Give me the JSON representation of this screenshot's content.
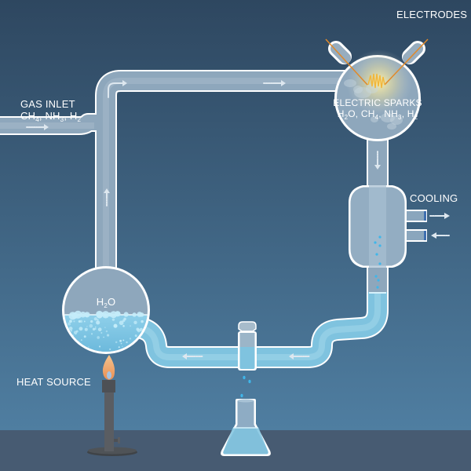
{
  "diagram": {
    "title": "Miller-Urey experiment apparatus",
    "colors": {
      "background_top": "#2e4760",
      "background_bottom": "#4f7ea1",
      "floor": "#475b72",
      "tube_glass": "#8ea7bc",
      "tube_outline": "#ffffff",
      "water": "#7fc3df",
      "water_dark": "#5aa9cf",
      "droplet": "#3fb6ea",
      "electrode_wire": "#e0892a",
      "spark": "#f2b63a",
      "flame_outer": "#f0a868",
      "flame_inner": "#9fc8f0",
      "burner": "#5a5d62",
      "arrow": "#dde7ef"
    },
    "labels": {
      "gas_inlet": {
        "title": "GAS INLET",
        "formula": [
          {
            "text": "CH",
            "sub": "4"
          },
          {
            "text": ", NH",
            "sub": "3"
          },
          {
            "text": ", H",
            "sub": "2"
          }
        ]
      },
      "electrodes": "ELECTRODES",
      "electric_sparks": {
        "title": "ELECTRIC SPARKS",
        "formula": [
          {
            "text": "H",
            "sub": "2"
          },
          {
            "text": "O, CH",
            "sub": "4"
          },
          {
            "text": ", NH",
            "sub": "3"
          },
          {
            "text": ", H",
            "sub": "2"
          }
        ]
      },
      "cooling": "COOLING",
      "water_flask": [
        {
          "text": "H",
          "sub": "2"
        },
        {
          "text": "O",
          "sub": ""
        }
      ],
      "heat_source": "HEAT SOURCE"
    },
    "components": [
      {
        "id": "gas-inlet-tube",
        "name": "Gas inlet"
      },
      {
        "id": "boiling-flask",
        "name": "Boiling water flask",
        "contents": "H2O"
      },
      {
        "id": "spark-chamber",
        "name": "Spark discharge chamber"
      },
      {
        "id": "electrodes",
        "name": "Electrodes",
        "count": 2
      },
      {
        "id": "condenser",
        "name": "Cooling condenser",
        "ports": [
          "out",
          "in"
        ]
      },
      {
        "id": "stopcock",
        "name": "Sampling stopcock"
      },
      {
        "id": "collection-flask",
        "name": "Erlenmeyer collection flask"
      },
      {
        "id": "burner",
        "name": "Bunsen burner"
      }
    ],
    "flow_arrows": [
      {
        "location": "gas-inlet",
        "direction": "right"
      },
      {
        "location": "left-riser",
        "direction": "up"
      },
      {
        "location": "top-corner",
        "direction": "right"
      },
      {
        "location": "top-pipe",
        "direction": "right"
      },
      {
        "location": "spark-outlet",
        "direction": "down"
      },
      {
        "location": "cooling-out",
        "direction": "right"
      },
      {
        "location": "cooling-in",
        "direction": "left"
      },
      {
        "location": "bottom-right-pipe",
        "direction": "left"
      },
      {
        "location": "bottom-left-pipe",
        "direction": "left"
      }
    ]
  }
}
